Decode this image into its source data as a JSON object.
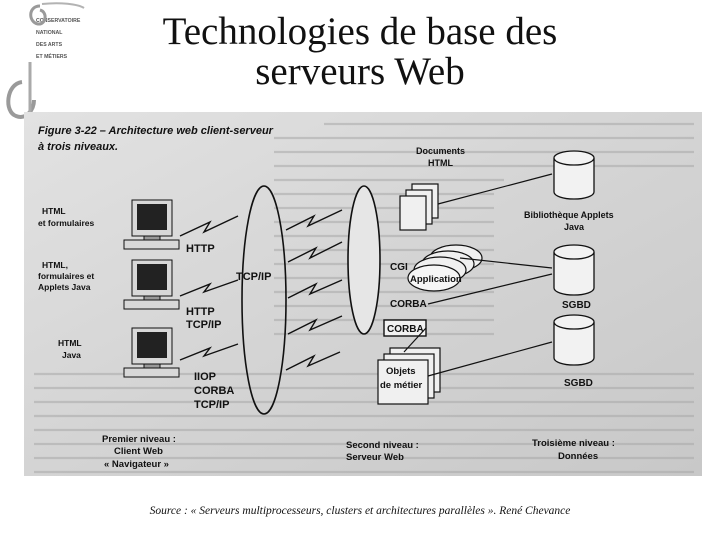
{
  "slide": {
    "title_line1": "Technologies de base des",
    "title_line2": "serveurs Web",
    "source": "Source : « Serveurs multiprocesseurs, clusters et architectures parallèles ». René Chevance"
  },
  "logo": {
    "mark": "Cnam",
    "lines": [
      "CONSERVATOIRE",
      "NATIONAL",
      "DES ARTS",
      "ET MÉTIERS"
    ]
  },
  "figure": {
    "caption_line1": "Figure 3-22 – Architecture web client-serveur",
    "caption_line2": "à trois niveaux.",
    "clients": {
      "c1": [
        "HTML",
        "et formulaires"
      ],
      "c2": [
        "HTML,",
        "formulaires et",
        "Applets Java"
      ],
      "c3": [
        "HTML",
        "Java"
      ]
    },
    "protocols": {
      "http": "HTTP",
      "http_tcpip": [
        "HTTP",
        "TCP/IP"
      ],
      "iiop": [
        "IIOP",
        "CORBA",
        "TCP/IP"
      ],
      "tcpip_ring": "TCP/IP"
    },
    "server": {
      "documents": [
        "Documents",
        "HTML"
      ],
      "cgi": "CGI",
      "application": "Application",
      "corba_label": "CORBA",
      "corba_box": "CORBA",
      "objets": [
        "Objets",
        "de métier"
      ]
    },
    "databases": {
      "applets": [
        "Bibliothèque Applets",
        "Java"
      ],
      "sgbd1": "SGBD",
      "sgbd2": "SGBD"
    },
    "tiers": {
      "first": [
        "Premier niveau :",
        "Client Web",
        "« Navigateur »"
      ],
      "second": [
        "Second niveau :",
        "Serveur Web"
      ],
      "third": [
        "Troisième niveau :",
        "Données"
      ]
    }
  }
}
